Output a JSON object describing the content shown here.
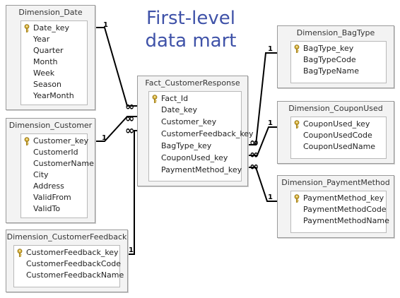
{
  "title": [
    "First-level",
    "data mart"
  ],
  "tables": {
    "dimension_date": {
      "name": "Dimension_Date",
      "fields": [
        "Date_key",
        "Year",
        "Quarter",
        "Month",
        "Week",
        "Season",
        "YearMonth"
      ]
    },
    "dimension_customer": {
      "name": "Dimension_Customer",
      "fields": [
        "Customer_key",
        "CustomerId",
        "CustomerName",
        "City",
        "Address",
        "ValidFrom",
        "ValidTo"
      ]
    },
    "dimension_customer_feedback": {
      "name": "Dimension_CustomerFeedback",
      "fields": [
        "CustomerFeedback_key",
        "CustomerFeedbackCode",
        "CustomerFeedbackName"
      ]
    },
    "fact_customer_response": {
      "name": "Fact_CustomerResponse",
      "fields": [
        "Fact_Id",
        "Date_key",
        "Customer_key",
        "CustomerFeedback_key",
        "BagType_key",
        "CouponUsed_key",
        "PaymentMethod_key"
      ]
    },
    "dimension_bag_type": {
      "name": "Dimension_BagType",
      "fields": [
        "BagType_key",
        "BagTypeCode",
        "BagTypeName"
      ]
    },
    "dimension_coupon_used": {
      "name": "Dimension_CouponUsed",
      "fields": [
        "CouponUsed_key",
        "CouponUsedCode",
        "CouponUsedName"
      ]
    },
    "dimension_payment_method": {
      "name": "Dimension_PaymentMethod",
      "fields": [
        "PaymentMethod_key",
        "PaymentMethodCode",
        "PaymentMethodName"
      ]
    }
  },
  "cardinality": {
    "one": "1",
    "many": "∞"
  }
}
